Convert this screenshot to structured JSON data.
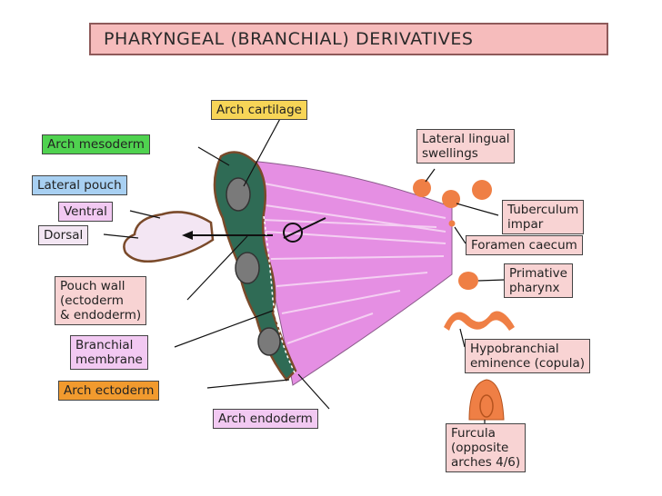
{
  "title": "PHARYNGEAL (BRANCHIAL) DERIVATIVES",
  "labels": {
    "arch_cartilage": "Arch cartilage",
    "arch_mesoderm": "Arch mesoderm",
    "lateral_pouch": "Lateral pouch",
    "ventral": "Ventral",
    "dorsal": "Dorsal",
    "pouch_wall": [
      "Pouch wall",
      "(ectoderm",
      "& endoderm)"
    ],
    "branchial_membrane": [
      "Branchial",
      "membrane"
    ],
    "arch_ectoderm": "Arch ectoderm",
    "arch_endoderm": "Arch endoderm",
    "lateral_lingual": [
      "Lateral lingual",
      "swellings"
    ],
    "tuberculum_impar": [
      "Tuberculum",
      "impar"
    ],
    "foramen_caecum": "Foramen caecum",
    "primative_pharynx": [
      "Primative",
      "pharynx"
    ],
    "hypobranchial": [
      "Hypobranchial",
      "eminence (copula)"
    ],
    "furcula": [
      "Furcula",
      "(opposite",
      "arches 4/6)"
    ]
  },
  "colors": {
    "pharynx_fill": "#e58fe3",
    "mesoderm_fill": "#2f6b55",
    "cartilage_fill": "#7a7a7a",
    "swelling_fill": "#ef7f45",
    "outline": "#7a4a2a"
  }
}
